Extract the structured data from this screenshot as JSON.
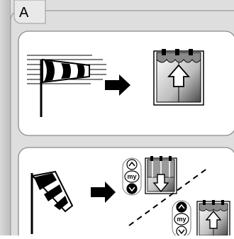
{
  "manual_page": {
    "section_letter": "A",
    "panel_wind_retract": {
      "wind_sock": "wind-sock-icon",
      "arrow": "arrow-right-icon",
      "awning_window": "awning-window-icon",
      "direction": "up"
    },
    "panel_wind_stops": {
      "wind_sock": "wind-sock-icon",
      "arrow": "arrow-right-icon",
      "remote_option_1": {
        "buttons": [
          "up",
          "my",
          "down"
        ],
        "pressed": "down",
        "my_label": "my",
        "direction": "down"
      },
      "remote_option_2": {
        "buttons": [
          "up",
          "my",
          "down"
        ],
        "pressed": "up",
        "my_label": "my",
        "direction": "up"
      }
    }
  }
}
